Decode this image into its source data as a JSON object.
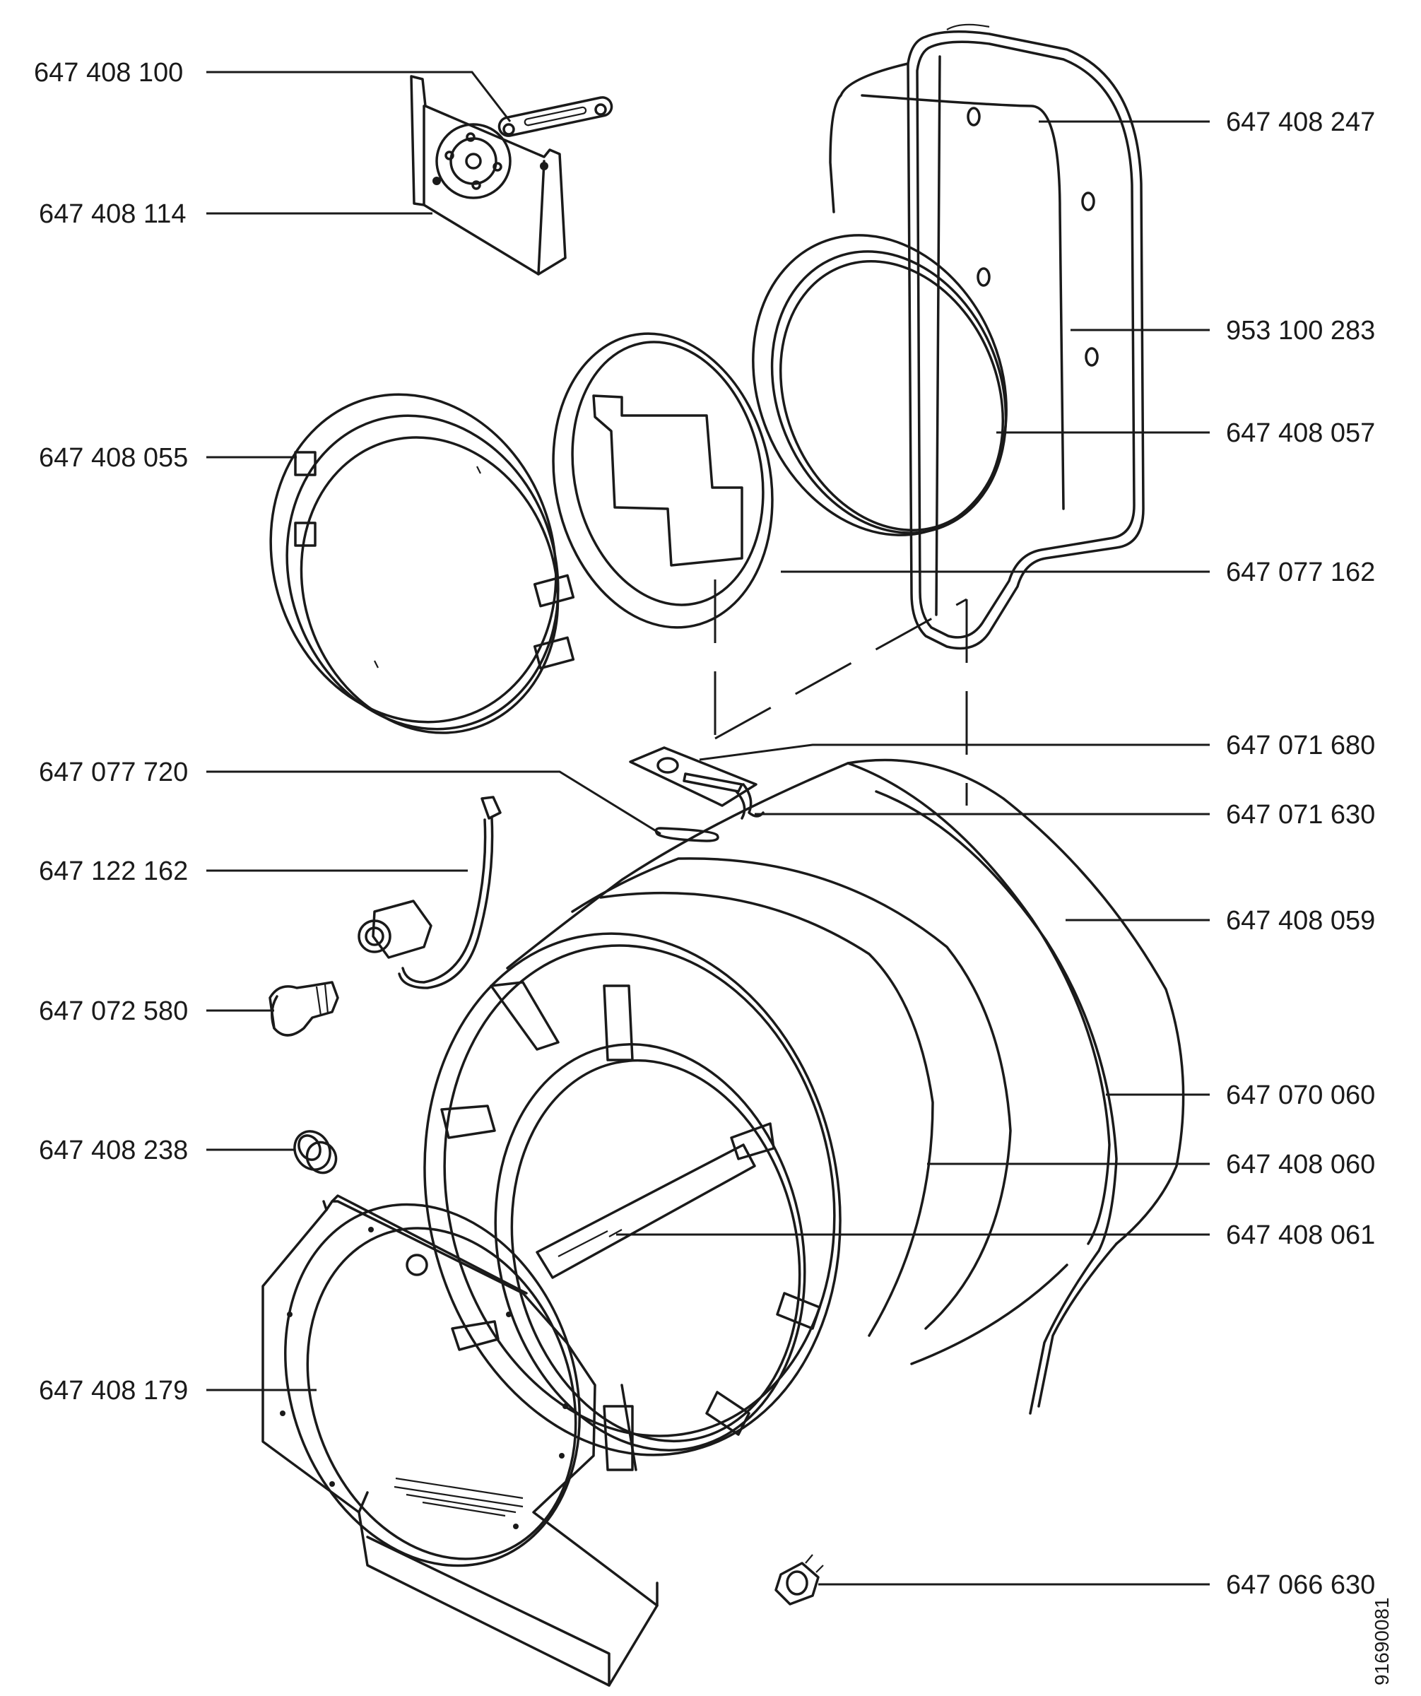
{
  "labels": {
    "p647408100": "647 408 100",
    "p647408114": "647 408 114",
    "p647408055": "647 408 055",
    "p647077720": "647 077 720",
    "p647122162": "647 122 162",
    "p647072580": "647 072 580",
    "p647408238": "647 408 238",
    "p647408179": "647 408 179",
    "p647408247": "647 408 247",
    "p953100283": "953 100 283",
    "p647408057": "647 408 057",
    "p647077162": "647 077 162",
    "p647071680": "647 071 680",
    "p647071630": "647 071 630",
    "p647408059": "647 408 059",
    "p647070060": "647 070 060",
    "p647408060": "647 408 060",
    "p647408061": "647 408 061",
    "p647066630": "647 066 630"
  },
  "document_id": "91690081"
}
